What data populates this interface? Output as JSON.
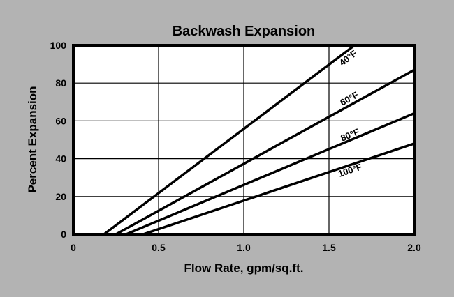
{
  "chart_data": {
    "type": "line",
    "title": "Backwash Expansion",
    "xlabel": "Flow Rate, gpm/sq.ft.",
    "ylabel": "Percent Expansion",
    "xlim": [
      0,
      2.0
    ],
    "ylim": [
      0,
      100
    ],
    "x_ticks": [
      "0",
      "0.5",
      "1.0",
      "1.5",
      "2.0"
    ],
    "y_ticks": [
      "0",
      "20",
      "40",
      "60",
      "80",
      "100"
    ],
    "grid": true,
    "legend_position": "inline labels near line ends",
    "series": [
      {
        "name": "40°F",
        "x": [
          0.18,
          1.65
        ],
        "y": [
          0,
          100
        ]
      },
      {
        "name": "60°F",
        "x": [
          0.25,
          2.0
        ],
        "y": [
          0,
          87
        ]
      },
      {
        "name": "80°F",
        "x": [
          0.31,
          2.0
        ],
        "y": [
          0,
          64
        ]
      },
      {
        "name": "100°F",
        "x": [
          0.41,
          2.0
        ],
        "y": [
          0,
          48
        ]
      }
    ]
  },
  "colors": {
    "background": "#b3b3b3",
    "plot": "#ffffff",
    "line": "#000000"
  }
}
